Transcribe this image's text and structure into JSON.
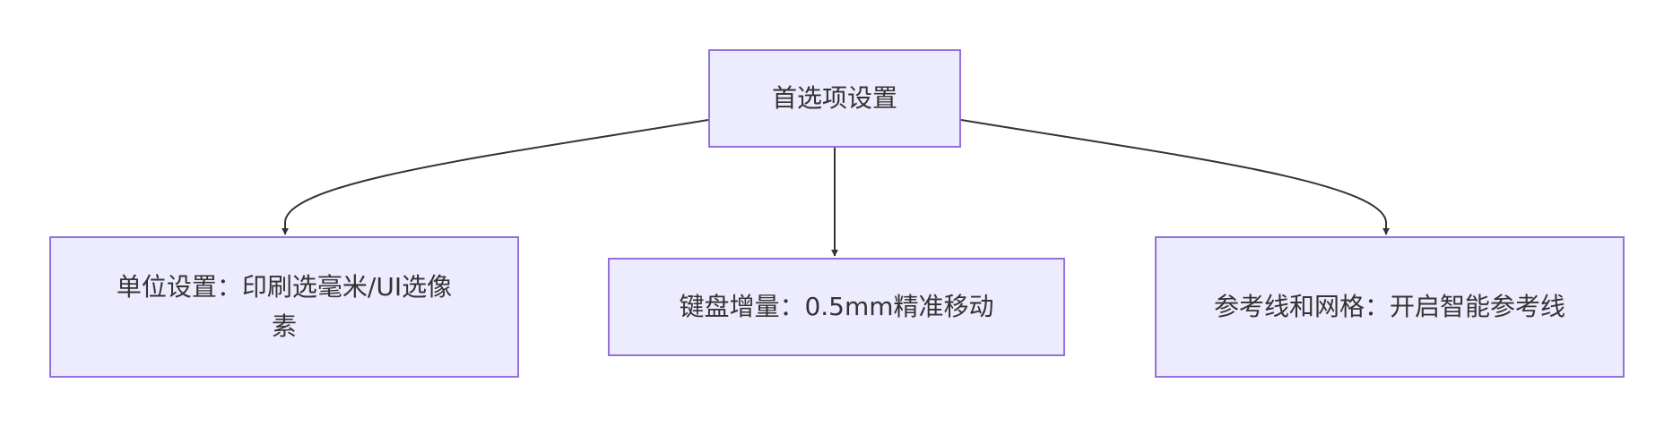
{
  "diagram": {
    "type": "flowchart",
    "direction": "top-down",
    "colors": {
      "node_fill": "#ececfe",
      "node_border": "#9370db",
      "edge": "#333333",
      "text": "#333333",
      "background": "#ffffff"
    },
    "nodes": {
      "root": {
        "label": "首选项设置"
      },
      "unit": {
        "label": "单位设置：印刷选毫米/UI选像素"
      },
      "keyboard": {
        "label": "键盘增量：0.5mm精准移动"
      },
      "guides": {
        "label": "参考线和网格：开启智能参考线"
      }
    },
    "edges": [
      {
        "from": "root",
        "to": "unit"
      },
      {
        "from": "root",
        "to": "keyboard"
      },
      {
        "from": "root",
        "to": "guides"
      }
    ]
  }
}
